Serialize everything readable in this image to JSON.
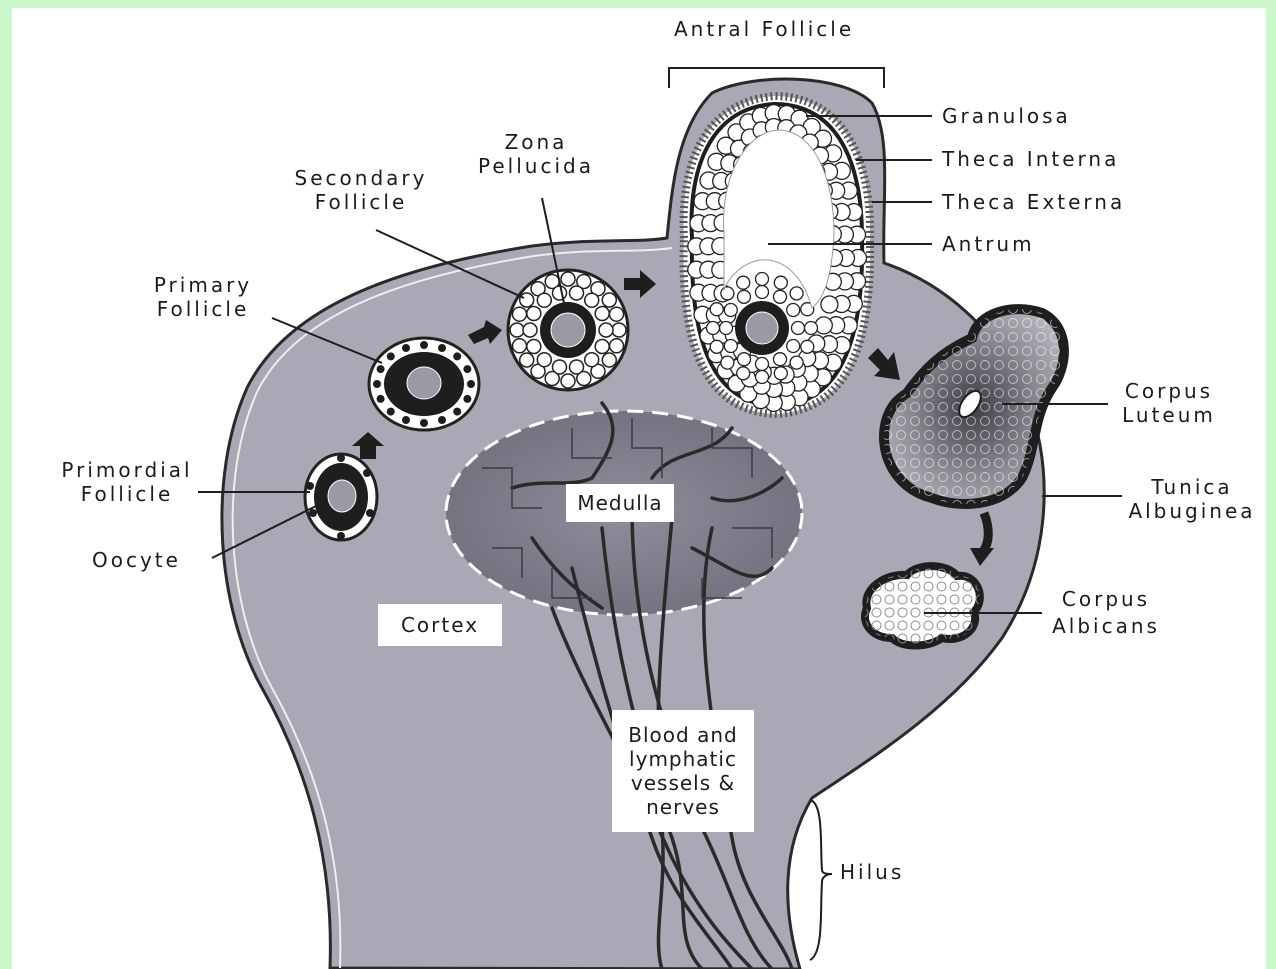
{
  "labels": {
    "antral_follicle": "Antral Follicle",
    "granulosa": "Granulosa",
    "theca_interna": "Theca Interna",
    "theca_externa": "Theca Externa",
    "antrum": "Antrum",
    "zona_line1": "Zona",
    "zona_line2": "Pellucida",
    "secondary_line1": "Secondary",
    "secondary_line2": "Follicle",
    "primary_line1": "Primary",
    "primary_line2": "Follicle",
    "primordial_line1": "Primordial",
    "primordial_line2": "Follicle",
    "oocyte": "Oocyte",
    "medulla": "Medulla",
    "cortex": "Cortex",
    "corpus_luteum_line1": "Corpus",
    "corpus_luteum_line2": "Luteum",
    "tunica_line1": "Tunica",
    "tunica_line2": "Albuginea",
    "corpus_albicans_line1": "Corpus",
    "corpus_albicans_line2": "Albicans",
    "vessels_line1": "Blood and",
    "vessels_line2": "lymphatic",
    "vessels_line3": "vessels &",
    "vessels_line4": "nerves",
    "hilus": "Hilus"
  },
  "colors": {
    "background_border": "#ccf6cc",
    "ovary_fill": "#a9a9b6",
    "outline": "#2a2a2a"
  }
}
